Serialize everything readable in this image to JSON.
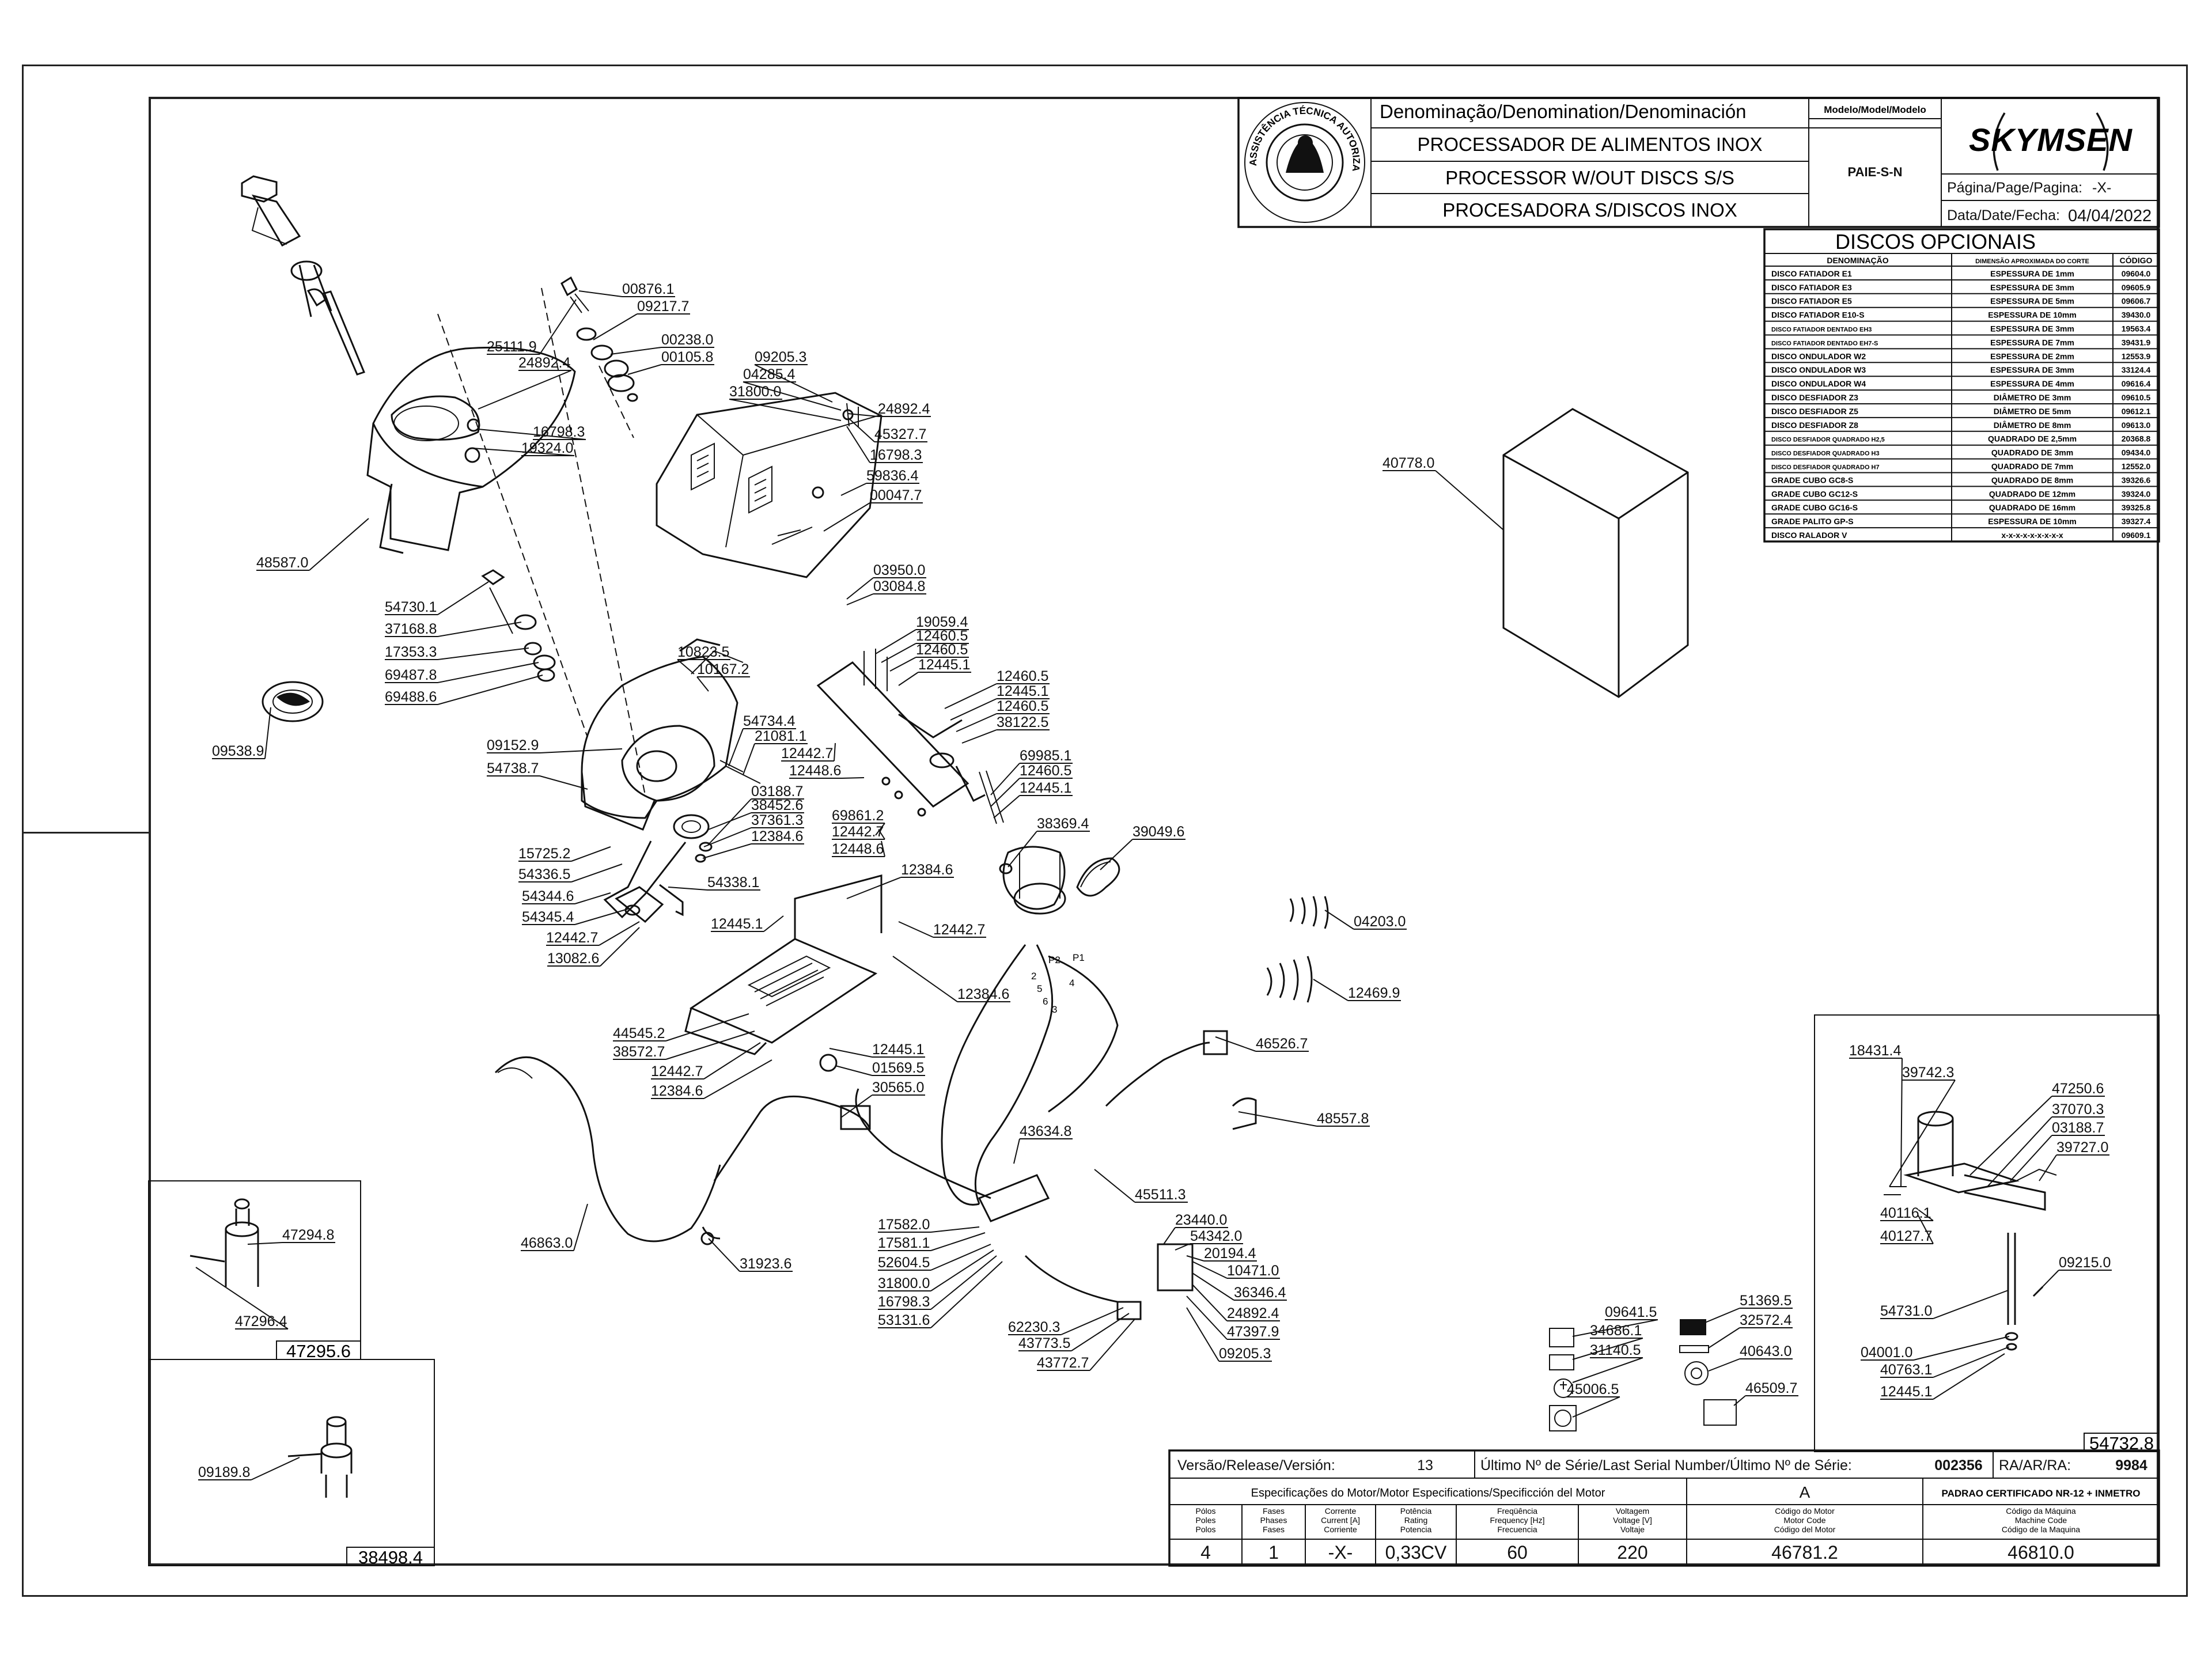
{
  "title_block": {
    "denomination_header": "Denominação/Denomination/Denominación",
    "name_pt": "PROCESSADOR DE ALIMENTOS INOX",
    "name_en": "PROCESSOR W/OUT DISCS S/S",
    "name_es": "PROCESADORA S/DISCOS INOX",
    "model_header": "Modelo/Model/Modelo",
    "model": "PAIE-S-N",
    "brand": "SKYMSEN",
    "page_label": "Página/Page/Pagina:",
    "page_value": "-X-",
    "date_label": "Data/Date/Fecha:",
    "date_value": "04/04/2022",
    "seal_text": "ASSISTÊNCIA TÉCNICA AUTORIZADA"
  },
  "optional_discs": {
    "title": "DISCOS OPCIONAIS",
    "columns": [
      "DENOMINAÇÃO",
      "DIMENSÃO APROXIMADA DO CORTE",
      "CÓDIGO"
    ],
    "rows": [
      [
        "DISCO FATIADOR E1",
        "ESPESSURA DE 1mm",
        "09604.0"
      ],
      [
        "DISCO FATIADOR E3",
        "ESPESSURA DE 3mm",
        "09605.9"
      ],
      [
        "DISCO FATIADOR E5",
        "ESPESSURA DE 5mm",
        "09606.7"
      ],
      [
        "DISCO FATIADOR E10-S",
        "ESPESSURA DE 10mm",
        "39430.0"
      ],
      [
        "DISCO FATIADOR DENTADO EH3",
        "ESPESSURA DE 3mm",
        "19563.4"
      ],
      [
        "DISCO FATIADOR DENTADO EH7-S",
        "ESPESSURA DE 7mm",
        "39431.9"
      ],
      [
        "DISCO ONDULADOR W2",
        "ESPESSURA DE 2mm",
        "12553.9"
      ],
      [
        "DISCO ONDULADOR W3",
        "ESPESSURA DE 3mm",
        "33124.4"
      ],
      [
        "DISCO ONDULADOR W4",
        "ESPESSURA DE 4mm",
        "09616.4"
      ],
      [
        "DISCO DESFIADOR Z3",
        "DIÂMETRO DE 3mm",
        "09610.5"
      ],
      [
        "DISCO DESFIADOR Z5",
        "DIÂMETRO DE 5mm",
        "09612.1"
      ],
      [
        "DISCO DESFIADOR Z8",
        "DIÂMETRO DE 8mm",
        "09613.0"
      ],
      [
        "DISCO DESFIADOR QUADRADO H2,5",
        "QUADRADO DE 2,5mm",
        "20368.8"
      ],
      [
        "DISCO DESFIADOR QUADRADO H3",
        "QUADRADO DE 3mm",
        "09434.0"
      ],
      [
        "DISCO DESFIADOR QUADRADO H7",
        "QUADRADO DE 7mm",
        "12552.0"
      ],
      [
        "GRADE CUBO GC8-S",
        "QUADRADO DE 8mm",
        "39326.6"
      ],
      [
        "GRADE CUBO GC12-S",
        "QUADRADO DE 12mm",
        "39324.0"
      ],
      [
        "GRADE CUBO GC16-S",
        "QUADRADO DE 16mm",
        "39325.8"
      ],
      [
        "GRADE PALITO GP-S",
        "ESPESSURA DE 10mm",
        "39327.4"
      ],
      [
        "DISCO RALADOR V",
        "x-x-x-x-x-x-x-x-x",
        "09609.1"
      ]
    ]
  },
  "bottom_block": {
    "version_label": "Versão/Release/Versión:",
    "version_value": "13",
    "serial_label": "Último Nº de Série/Last Serial Number/Último Nº de Série:",
    "serial_value": "002356",
    "ra_label": "RA/AR/RA:",
    "ra_value": "9984",
    "motor_spec_label": "Especificações do Motor/Motor Especifications/Specificción del Motor",
    "letter": "A",
    "standard": "PADRAO CERTIFICADO NR-12 + INMETRO",
    "spec_headers": [
      "Pólos\nPoles\nPolos",
      "Fases\nPhases\nFases",
      "Corrente\nCurrent [A]\nCorriente",
      "Potência\nRating\nPotencia",
      "Freqüência\nFrequency [Hz]\nFrecuencia",
      "Voltagem\nVoltage [V]\nVoltaje",
      "Código do Motor\nMotor Code\nCódigo del Motor",
      "Código da Máquina\nMachine Code\nCódigo de la Maquina"
    ],
    "spec_values": [
      "4",
      "1",
      "-X-",
      "0,33CV",
      "60",
      "220",
      "46781.2",
      "46810.0"
    ]
  },
  "inset_boxes": {
    "kit_left_1": "47295.6",
    "kit_left_2": "38498.4",
    "kit_right": "54732.8"
  },
  "part_labels": [
    {
      "text": "00876.1"
    },
    {
      "text": "09217.7"
    },
    {
      "text": "25111.9"
    },
    {
      "text": "00238.0"
    },
    {
      "text": "00105.8"
    },
    {
      "text": "24892.4"
    },
    {
      "text": "16798.3"
    },
    {
      "text": "19324.0"
    },
    {
      "text": "48587.0"
    },
    {
      "text": "54730.1"
    },
    {
      "text": "37168.8"
    },
    {
      "text": "17353.3"
    },
    {
      "text": "69487.8"
    },
    {
      "text": "69488.6"
    },
    {
      "text": "09538.9"
    },
    {
      "text": "09205.3"
    },
    {
      "text": "04285.4"
    },
    {
      "text": "31800.0"
    },
    {
      "text": "24892.4"
    },
    {
      "text": "45327.7"
    },
    {
      "text": "16798.3"
    },
    {
      "text": "59836.4"
    },
    {
      "text": "00047.7"
    },
    {
      "text": "03950.0"
    },
    {
      "text": "03084.8"
    },
    {
      "text": "40778.0"
    },
    {
      "text": "19059.4"
    },
    {
      "text": "12460.5"
    },
    {
      "text": "12460.5"
    },
    {
      "text": "12445.1"
    },
    {
      "text": "12460.5"
    },
    {
      "text": "12445.1"
    },
    {
      "text": "12460.5"
    },
    {
      "text": "38122.5"
    },
    {
      "text": "10823.5"
    },
    {
      "text": "10167.2"
    },
    {
      "text": "54734.4"
    },
    {
      "text": "21081.1"
    },
    {
      "text": "12442.7"
    },
    {
      "text": "12448.6"
    },
    {
      "text": "09152.9"
    },
    {
      "text": "54738.7"
    },
    {
      "text": "03188.7"
    },
    {
      "text": "38452.6"
    },
    {
      "text": "37361.3"
    },
    {
      "text": "12384.6"
    },
    {
      "text": "69985.1"
    },
    {
      "text": "12460.5"
    },
    {
      "text": "12445.1"
    },
    {
      "text": "69861.2"
    },
    {
      "text": "12442.7"
    },
    {
      "text": "12448.6"
    },
    {
      "text": "38369.4"
    },
    {
      "text": "39049.6"
    },
    {
      "text": "15725.2"
    },
    {
      "text": "54336.5"
    },
    {
      "text": "54344.6"
    },
    {
      "text": "54345.4"
    },
    {
      "text": "12442.7"
    },
    {
      "text": "13082.6"
    },
    {
      "text": "54338.1"
    },
    {
      "text": "12384.6"
    },
    {
      "text": "12445.1"
    },
    {
      "text": "12442.7"
    },
    {
      "text": "12384.6"
    },
    {
      "text": "04203.0"
    },
    {
      "text": "12469.9"
    },
    {
      "text": "44545.2"
    },
    {
      "text": "38572.7"
    },
    {
      "text": "12442.7"
    },
    {
      "text": "12384.6"
    },
    {
      "text": "12445.1"
    },
    {
      "text": "01569.5"
    },
    {
      "text": "30565.0"
    },
    {
      "text": "46526.7"
    },
    {
      "text": "48557.8"
    },
    {
      "text": "43634.8"
    },
    {
      "text": "45511.3"
    },
    {
      "text": "46863.0"
    },
    {
      "text": "31923.6"
    },
    {
      "text": "17582.0"
    },
    {
      "text": "17581.1"
    },
    {
      "text": "52604.5"
    },
    {
      "text": "31800.0"
    },
    {
      "text": "16798.3"
    },
    {
      "text": "53131.6"
    },
    {
      "text": "23440.0"
    },
    {
      "text": "54342.0"
    },
    {
      "text": "20194.4"
    },
    {
      "text": "10471.0"
    },
    {
      "text": "36346.4"
    },
    {
      "text": "24892.4"
    },
    {
      "text": "47397.9"
    },
    {
      "text": "09205.3"
    },
    {
      "text": "62230.3"
    },
    {
      "text": "43773.5"
    },
    {
      "text": "43772.7"
    },
    {
      "text": "47294.8"
    },
    {
      "text": "47296.4"
    },
    {
      "text": "09189.8"
    },
    {
      "text": "18431.4"
    },
    {
      "text": "39742.3"
    },
    {
      "text": "47250.6"
    },
    {
      "text": "37070.3"
    },
    {
      "text": "03188.7"
    },
    {
      "text": "39727.0"
    },
    {
      "text": "40116.1"
    },
    {
      "text": "40127.7"
    },
    {
      "text": "09215.0"
    },
    {
      "text": "54731.0"
    },
    {
      "text": "04001.0"
    },
    {
      "text": "40763.1"
    },
    {
      "text": "12445.1"
    },
    {
      "text": "09641.5"
    },
    {
      "text": "34686.1"
    },
    {
      "text": "31140.5"
    },
    {
      "text": "45006.5"
    },
    {
      "text": "51369.5"
    },
    {
      "text": "32572.4"
    },
    {
      "text": "40643.0"
    },
    {
      "text": "46509.7"
    }
  ],
  "motor_terminals": [
    "P2",
    "P1",
    "2",
    "5",
    "6",
    "3",
    "4"
  ]
}
